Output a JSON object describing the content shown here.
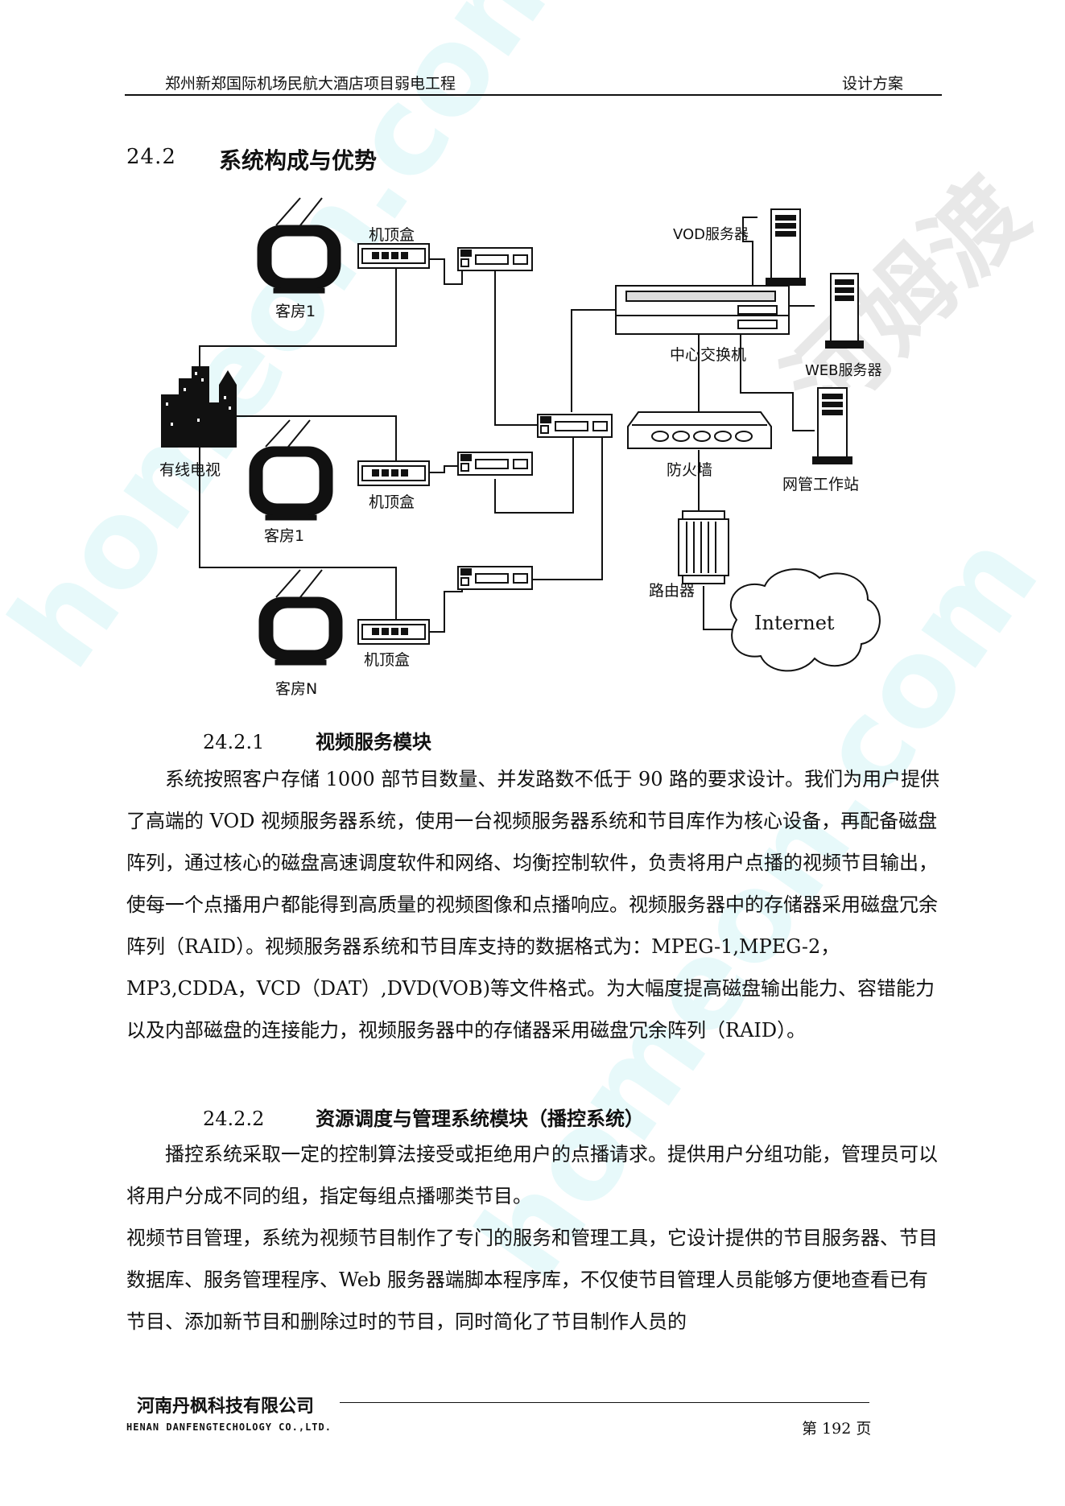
{
  "header": {
    "title": "郑州新郑国际机场民航大酒店项目弱电工程",
    "doc_type": "设计方案"
  },
  "section": {
    "number": "24.2",
    "title": "系统构成与优势"
  },
  "diagram": {
    "labels": {
      "set_top_box": "机顶盒",
      "room_1": "客房1",
      "room_n": "客房N",
      "cable_tv": "有线电视",
      "vod_server": "VOD服务器",
      "core_switch": "中心交换机",
      "web_server": "WEB服务器",
      "firewall": "防火墙",
      "nms_station": "网管工作站",
      "router": "路由器",
      "internet": "Internet"
    }
  },
  "subsections": [
    {
      "number": "24.2.1",
      "title": "视频服务模块",
      "text": "系统按照客户存储 1000 部节目数量、并发路数不低于 90 路的要求设计。我们为用户提供了高端的 VOD 视频服务器系统，使用一台视频服务器系统和节目库作为核心设备，再配备磁盘阵列，通过核心的磁盘高速调度软件和网络、均衡控制软件，负责将用户点播的视频节目输出，使每一个点播用户都能得到高质量的视频图像和点播响应。视频服务器中的存储器采用磁盘冗余阵列（RAID）。视频服务器系统和节目库支持的数据格式为：MPEG-1,MPEG-2，MP3,CDDA，VCD（DAT）,DVD(VOB)等文件格式。为大幅度提高磁盘输出能力、容错能力以及内部磁盘的连接能力，视频服务器中的存储器采用磁盘冗余阵列（RAID）。"
    },
    {
      "number": "24.2.2",
      "title": "资源调度与管理系统模块（播控系统）",
      "text_1": "播控系统采取一定的控制算法接受或拒绝用户的点播请求。提供用户分组功能，管理员可以将用户分成不同的组，指定每组点播哪类节目。",
      "text_2": "视频节目管理，系统为视频节目制作了专门的服务和管理工具，它设计提供的节目服务器、节目数据库、服务管理程序、Web 服务器端脚本程序库，不仅使节目管理人员能够方便地查看已有节目、添加新节目和删除过时的节目，同时简化了节目制作人员的"
    }
  ],
  "footer": {
    "company_cn": "河南丹枫科技有限公司",
    "company_en": "HENAN DANFENGTECHOLOGY CO.,LTD.",
    "page": "第 192 页"
  },
  "watermark": {
    "text_1": "homeon.com",
    "text_2": "河姆渡"
  }
}
